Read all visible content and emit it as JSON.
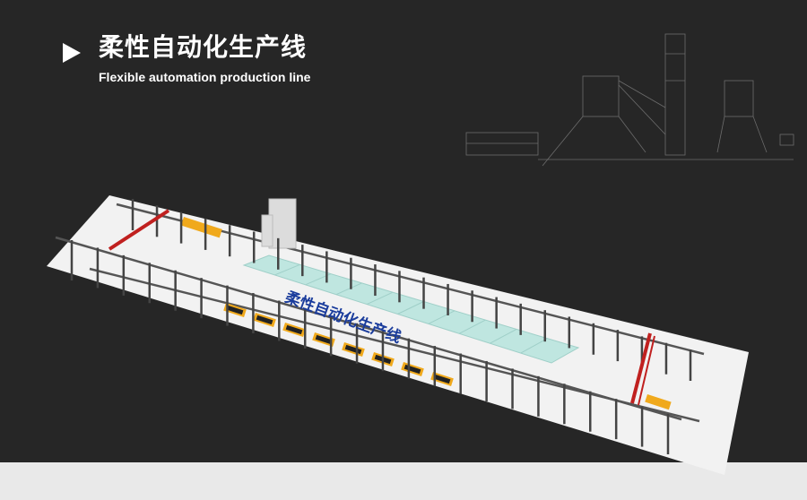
{
  "header": {
    "icon": "play-triangle-icon",
    "title_cn": "柔性自动化生产线",
    "title_en": "Flexible automation production line"
  },
  "scene": {
    "label": "柔性自动化生产线",
    "colors": {
      "background": "#262626",
      "floor": "#f2f2f2",
      "gantry": "#c0201f",
      "mold": "#f0a91c",
      "glass": "#bfe6e0",
      "label": "#1a3c9c"
    }
  }
}
